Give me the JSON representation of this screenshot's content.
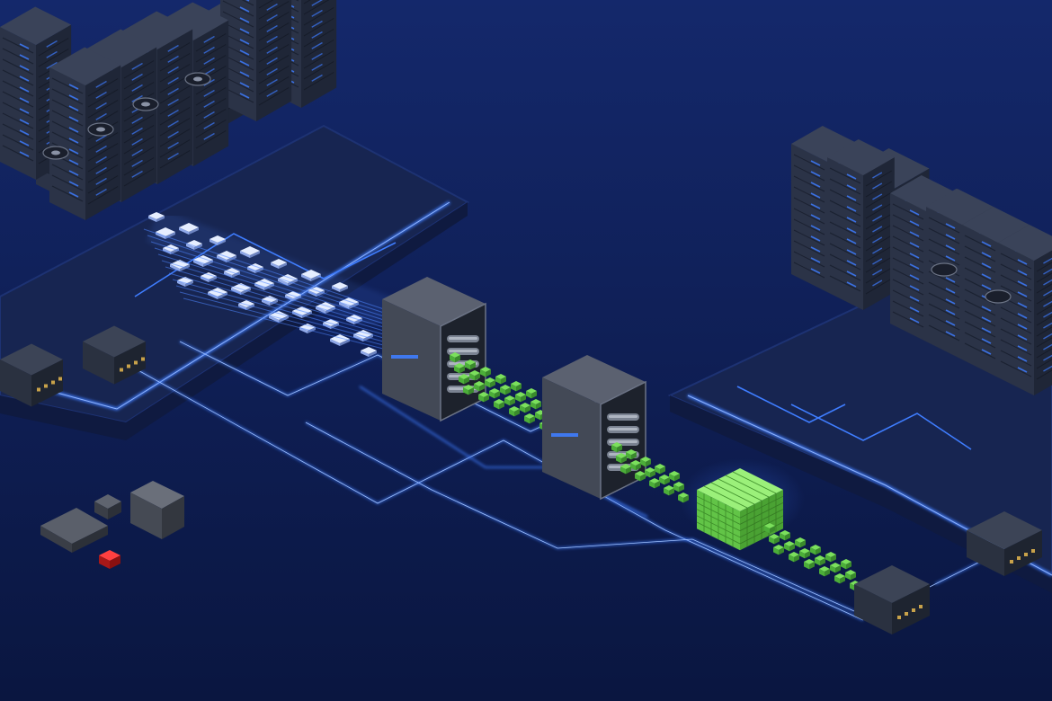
{
  "scene": {
    "description_visible_text": [],
    "palette": {
      "background_top": "#14286b",
      "background_bottom": "#0a1640",
      "platform": "#1b2a52",
      "platform_edge": "#2e5bff",
      "rack_front": "#2b3347",
      "rack_side": "#1f2637",
      "rack_top": "#3a4359",
      "rack_light": "#3d7bff",
      "packet_white": "#e6eeff",
      "packet_green": "#7be05c",
      "packet_green_dark": "#4cae39",
      "wire": "#3f7dff",
      "accent_red": "#d92020"
    },
    "elements": [
      "left-server-cluster",
      "right-server-cluster",
      "data-packet-stream-white",
      "processing-unit-1",
      "processing-unit-2",
      "data-packet-stream-green",
      "data-cube-block",
      "network-switch-left-1",
      "network-switch-left-2",
      "network-switch-right",
      "edge-device",
      "floating-blocks",
      "circuit-wires"
    ]
  }
}
